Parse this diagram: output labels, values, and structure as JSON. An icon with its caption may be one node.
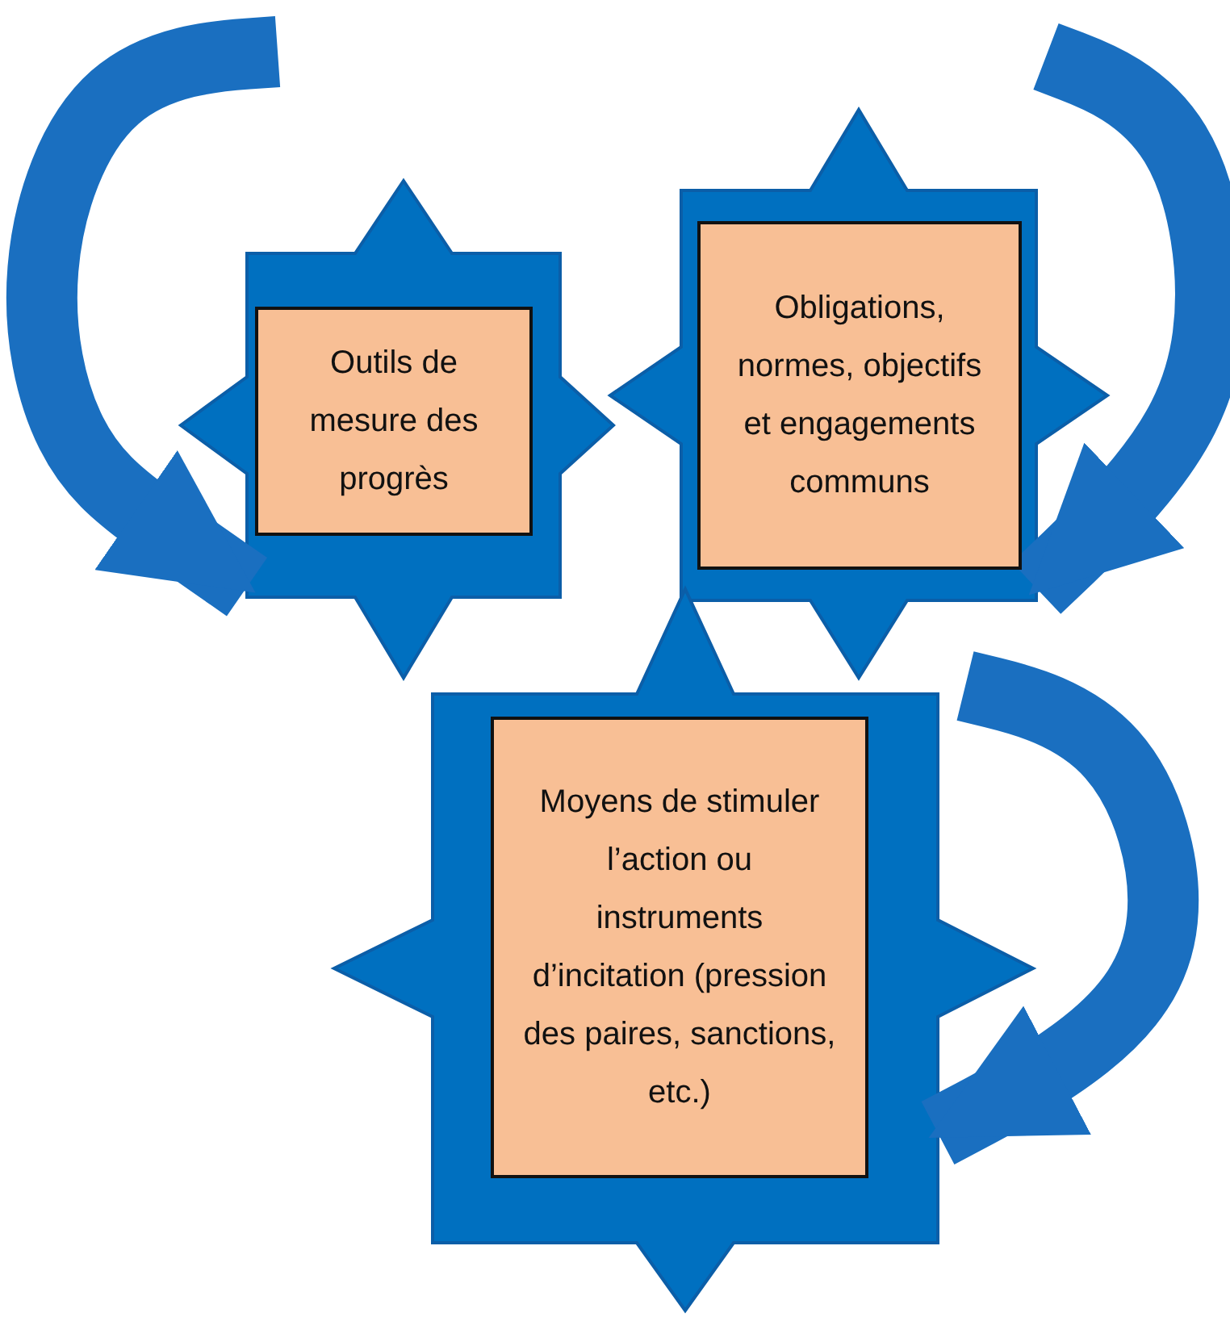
{
  "diagram": {
    "nodes": [
      {
        "text": [
          "Outils de mesure des progrès"
        ]
      },
      {
        "text": [
          "Obligations, normes, objectifs et engagements communs"
        ]
      },
      {
        "text": [
          "Moyens de stimuler l’action ou instruments d’incitation (pression des paires, sanctions, etc.)"
        ]
      }
    ],
    "edges": [
      {
        "from": null,
        "to": 0,
        "arrow": "to"
      },
      {
        "from": null,
        "to": 1,
        "arrow": "to"
      },
      {
        "from": null,
        "to": 2,
        "arrow": "to"
      }
    ]
  }
}
